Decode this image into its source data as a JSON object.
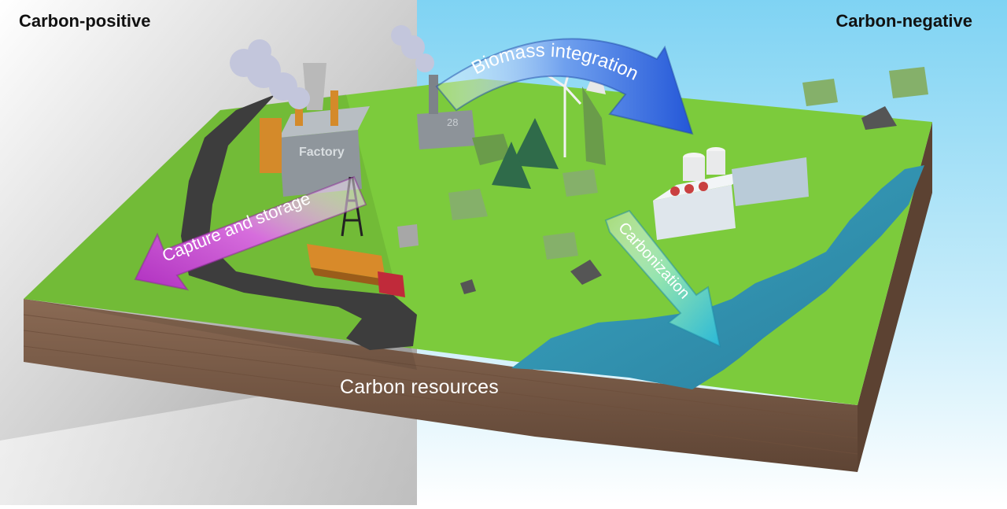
{
  "labels": {
    "left_region": "Carbon-positive",
    "right_region": "Carbon-negative",
    "bottom": "Carbon resources"
  },
  "arrows": {
    "biomass": "Biomass integration",
    "capture": "Capture and storage",
    "carbonization": "Carbonization"
  },
  "scene": {
    "factory_sign": "Factory",
    "plant_number": "28"
  },
  "colors": {
    "biomass_arrow": "#2f6fe0",
    "capture_arrow": "#c040c8",
    "carbonization_arrow": "#2ab8d0",
    "grass": "#7ccb3c",
    "soil": "#7a5a45",
    "river": "#2e8fb0",
    "left_background": "#b8b8b8",
    "right_background": "#8fd8f4"
  }
}
